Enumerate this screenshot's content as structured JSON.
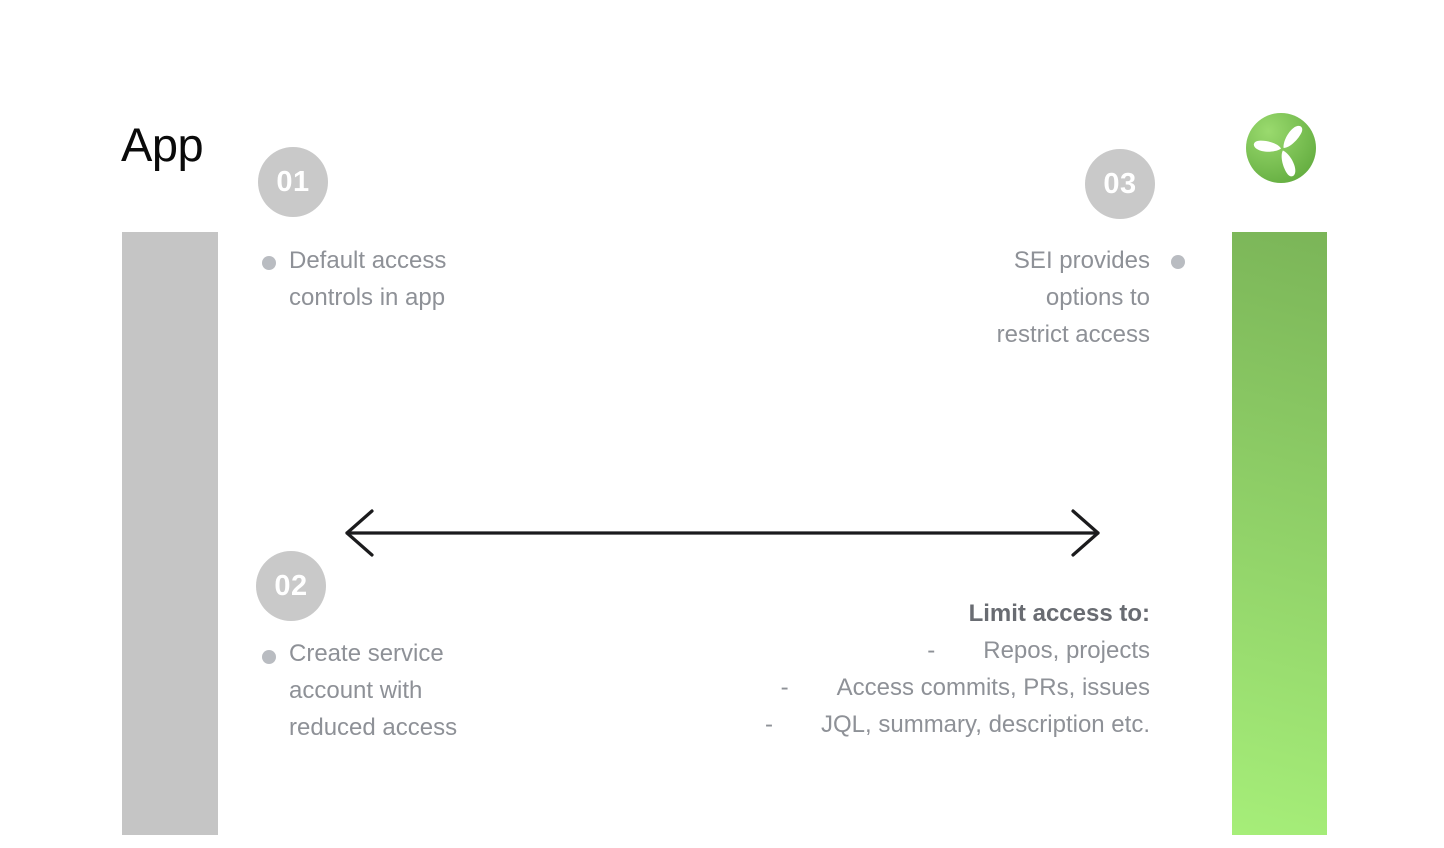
{
  "title": "App",
  "steps": [
    {
      "number": "01",
      "lines": [
        "Default access",
        "controls in app"
      ]
    },
    {
      "number": "02",
      "lines": [
        "Create service",
        "account with",
        "reduced access"
      ]
    },
    {
      "number": "03",
      "lines": [
        "SEI provides",
        "options to",
        "restrict access"
      ]
    }
  ],
  "limit": {
    "title": "Limit access to:",
    "dash": "-",
    "items": [
      "Repos, projects",
      "Access commits, PRs, issues",
      "JQL, summary, description etc."
    ]
  },
  "icons": {
    "logo": "propeller-icon"
  },
  "colors": {
    "bg": "#ffffff",
    "title": "#0a0a0a",
    "bar-gray": "#c5c5c5",
    "bar-green-top": "#7bb558",
    "bar-green-bottom": "#a6ee79",
    "badge-gray": "#c9c9c9",
    "badge-text": "#ffffff",
    "bullet": "#b9bcc1",
    "text-gray": "#8e9197",
    "text-dark": "#696c72",
    "arrow": "#1b1b1d",
    "logo-light": "#9ada6e",
    "logo-dark": "#5fa93c"
  }
}
